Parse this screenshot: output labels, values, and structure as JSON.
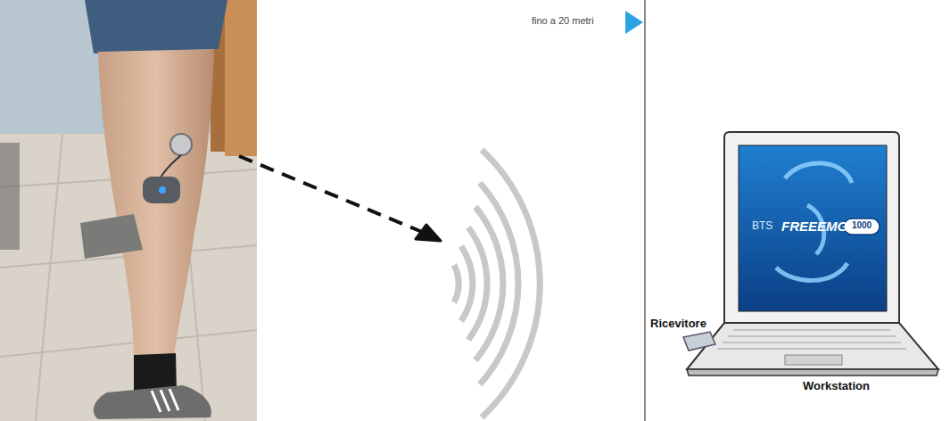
{
  "diagram": {
    "labels": [
      "fino a 20 metri",
      "BTS",
      "FREEEMG",
      "1000",
      "Ricevitore",
      "Workstation"
    ]
  }
}
